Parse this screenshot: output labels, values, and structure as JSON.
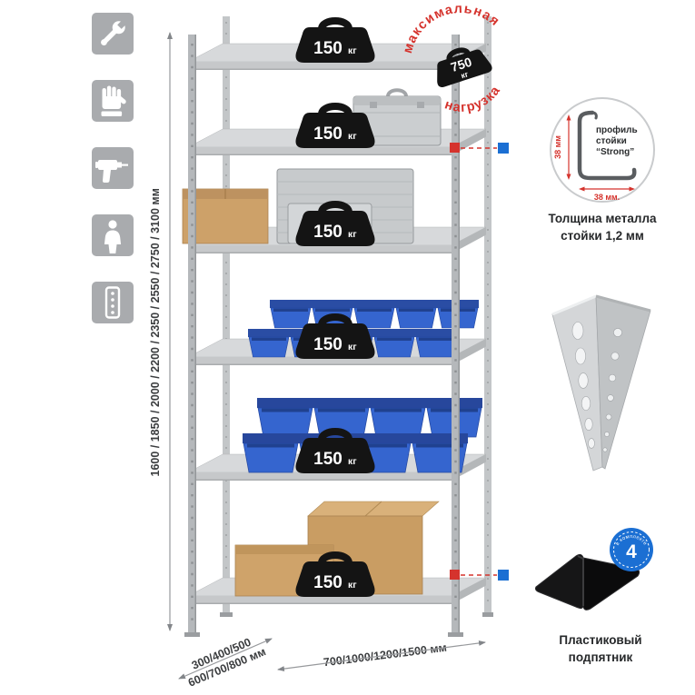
{
  "stamp": {
    "arc_top": "максимальная",
    "arc_bottom": "нагрузка",
    "value": "750",
    "unit": "кг"
  },
  "shelf_badge": {
    "value": "150",
    "unit": "кг"
  },
  "dimensions": {
    "height": "1600 / 1850 / 2000 / 2200 / 2350 / 2550 / 2750 / 3100 мм",
    "depth_line1": "300/400/500",
    "depth_line2": "600/700/800 мм",
    "width": "700/1000/1200/1500 мм"
  },
  "profile_detail": {
    "label_line1": "профиль",
    "label_line2": "стойки",
    "label_line3": "“Strong”",
    "dim_vertical": "38 мм",
    "dim_horizontal": "38 мм.",
    "caption_line1": "Толщина металла",
    "caption_line2": "стойки 1,2 мм"
  },
  "foot_detail": {
    "caption_line1": "Пластиковый",
    "caption_line2": "подпятник",
    "badge_number": "4",
    "badge_text": "в комплекте"
  },
  "icons": {
    "names": [
      "wrench-icon",
      "glove-icon",
      "drill-icon",
      "person-icon",
      "post-icon"
    ]
  },
  "colors": {
    "red": "#d5332d",
    "blue": "#1b6fd3",
    "icon_gray": "#a9abae"
  }
}
